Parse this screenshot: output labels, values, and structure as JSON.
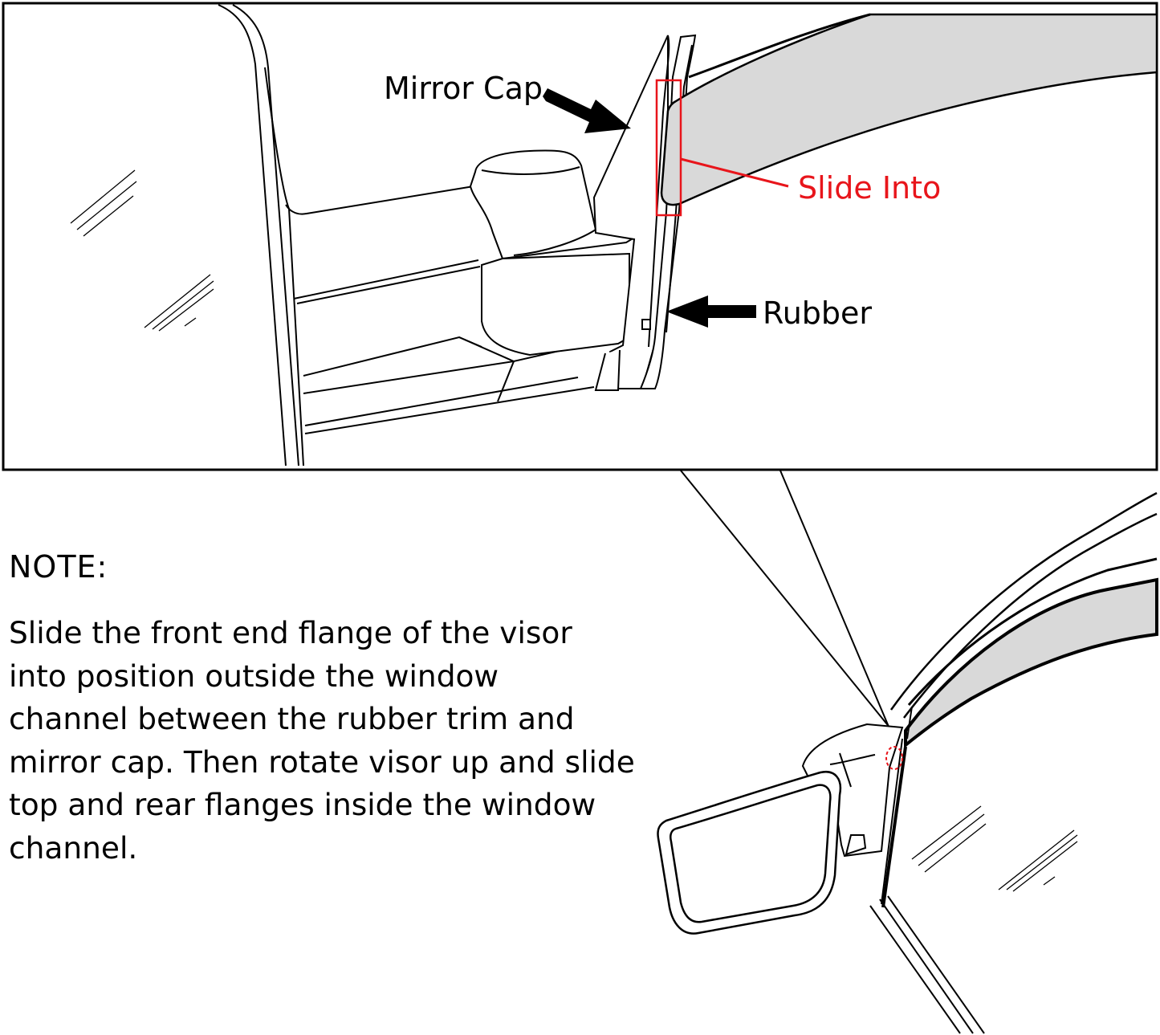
{
  "colors": {
    "ink": "#000000",
    "highlight": "#e8151b",
    "visor_fill": "#d9d9d9",
    "background": "#ffffff"
  },
  "callouts": {
    "mirror_cap": "Mirror Cap",
    "slide_into": "Slide Into",
    "rubber": "Rubber"
  },
  "note": {
    "heading": "NOTE:",
    "lines": [
      "Slide the front end flange of the visor",
      "into position outside the window",
      "channel between the rubber trim and",
      "mirror cap. Then rotate visor up and slide",
      "top and rear flanges inside the window",
      "channel."
    ]
  },
  "icons": [
    "arrow-right-icon",
    "arrow-left-icon",
    "highlight-box-icon",
    "highlight-circle-icon"
  ]
}
